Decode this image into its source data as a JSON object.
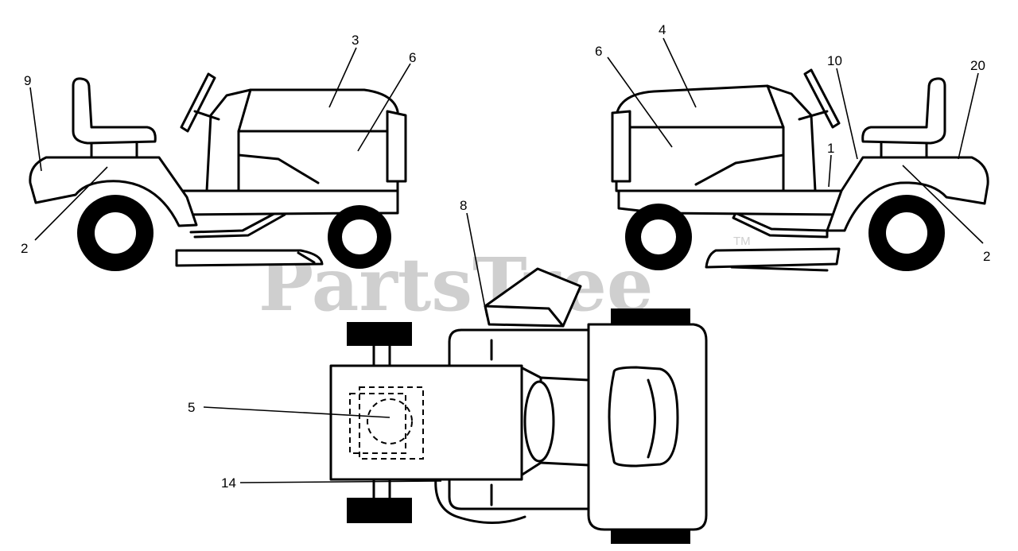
{
  "watermark": {
    "text": "PartsTree",
    "trademark": "TM"
  },
  "callouts": {
    "left_side": [
      "3",
      "6",
      "9",
      "2"
    ],
    "right_side": [
      "4",
      "6",
      "10",
      "20",
      "1",
      "2"
    ],
    "top_view": [
      "8",
      "5",
      "14"
    ]
  }
}
